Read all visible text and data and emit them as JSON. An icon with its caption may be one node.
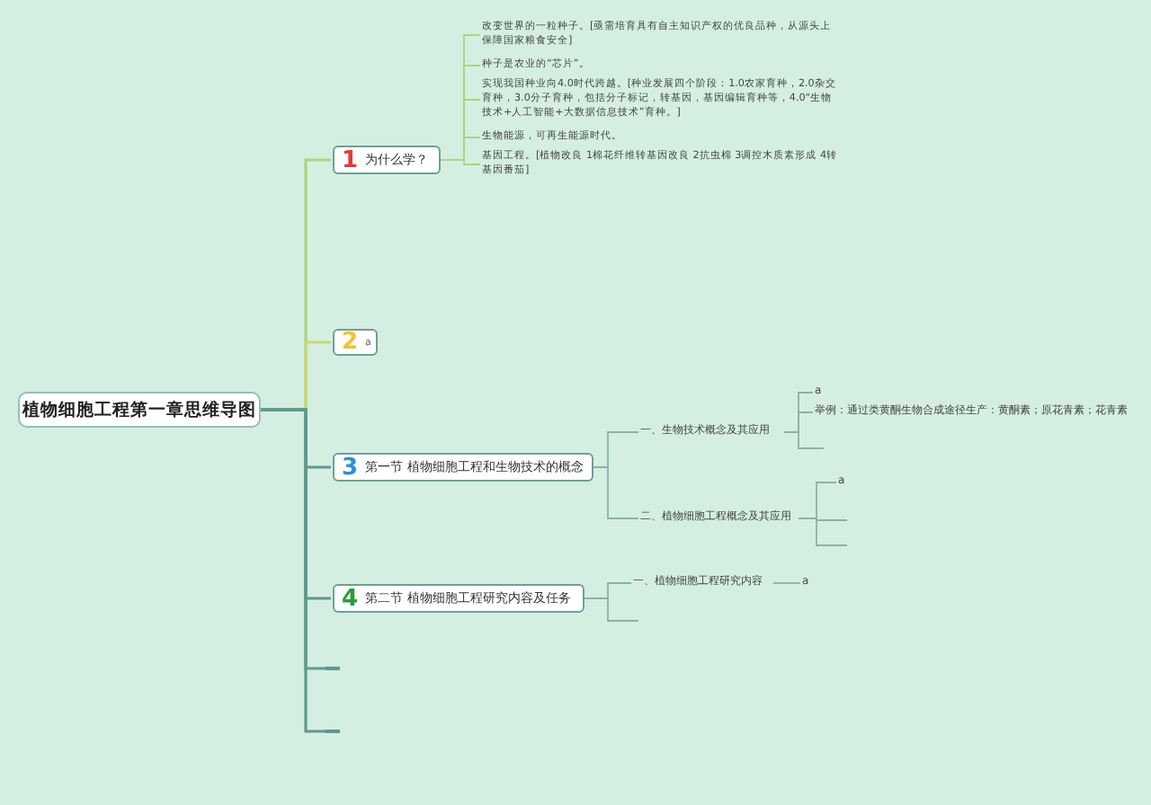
{
  "diagram": {
    "nodes": [
      {
        "text": [
          "植物细胞工程第一章思维导图"
        ]
      },
      {
        "text": [
          "1",
          "为什么学？"
        ]
      },
      {
        "text": [
          "2",
          "a"
        ]
      },
      {
        "text": [
          "3",
          "第一节 植物细胞工程和生物技术的概念"
        ]
      },
      {
        "text": [
          "4",
          "第二节 植物细胞工程研究内容及任务"
        ]
      },
      {
        "text": [
          "改变世界的一粒种子。[亟需培育具有自主知识产权的优良品种，从源头上保障国家粮食安全]"
        ]
      },
      {
        "text": [
          "种子是农业的“芯片”。"
        ]
      },
      {
        "text": [
          "实现我国种业向4.0时代跨越。[种业发展四个阶段：1.0农家育种，2.0杂交育种，3.0分子育种，包括分子标记，转基因，基因编辑育种等，4.0“生物技术+人工智能+大数据信息技术”育种。]"
        ]
      },
      {
        "text": [
          "生物能源，可再生能源时代。"
        ]
      },
      {
        "text": [
          "基因工程。[植物改良 1棉花纤维转基因改良 2抗虫棉 3调控木质素形成 4转基因番茄]"
        ]
      },
      {
        "text": [
          "一、生物技术概念及其应用"
        ]
      },
      {
        "text": [
          "二、植物细胞工程概念及其应用"
        ]
      },
      {
        "text": [
          "a"
        ]
      },
      {
        "text": [
          "举例：通过类黄酮生物合成途径生产：黄酮素；原花青素；花青素"
        ]
      },
      {
        "text": [
          "a"
        ]
      },
      {
        "text": [
          "一、植物细胞工程研究内容"
        ]
      },
      {
        "text": [
          "a"
        ]
      },
      {
        "text": [],
        "shape": "line"
      },
      {
        "text": [],
        "shape": "line"
      },
      {
        "text": [],
        "shape": "line"
      },
      {
        "text": [],
        "shape": "line"
      },
      {
        "text": [],
        "shape": "line"
      },
      {
        "text": [],
        "shape": "line"
      }
    ],
    "edges": [
      {
        "from": 0,
        "to": 1,
        "arrow": "none",
        "color": "#a9d67c"
      },
      {
        "from": 0,
        "to": 2,
        "arrow": "none",
        "color": "#c9d873"
      },
      {
        "from": 0,
        "to": 3,
        "arrow": "none"
      },
      {
        "from": 0,
        "to": 4,
        "arrow": "none"
      },
      {
        "from": 0,
        "to": 21,
        "arrow": "none"
      },
      {
        "from": 0,
        "to": 22,
        "arrow": "none"
      },
      {
        "from": 1,
        "to": 5,
        "arrow": "none",
        "color": "#a9d67c"
      },
      {
        "from": 1,
        "to": 6,
        "arrow": "none",
        "color": "#a9d67c"
      },
      {
        "from": 1,
        "to": 7,
        "arrow": "none",
        "color": "#a9d67c"
      },
      {
        "from": 1,
        "to": 8,
        "arrow": "none",
        "color": "#a9d67c"
      },
      {
        "from": 1,
        "to": 9,
        "arrow": "none",
        "color": "#a9d67c"
      },
      {
        "from": 3,
        "to": 10,
        "arrow": "none"
      },
      {
        "from": 3,
        "to": 11,
        "arrow": "none"
      },
      {
        "from": 10,
        "to": 12,
        "arrow": "none"
      },
      {
        "from": 10,
        "to": 13,
        "arrow": "none"
      },
      {
        "from": 10,
        "to": 17,
        "arrow": "none"
      },
      {
        "from": 11,
        "to": 14,
        "arrow": "none"
      },
      {
        "from": 11,
        "to": 18,
        "arrow": "none"
      },
      {
        "from": 11,
        "to": 19,
        "arrow": "none"
      },
      {
        "from": 4,
        "to": 15,
        "arrow": "none"
      },
      {
        "from": 4,
        "to": 20,
        "arrow": "none"
      },
      {
        "from": 15,
        "to": 16,
        "arrow": "none"
      }
    ]
  }
}
